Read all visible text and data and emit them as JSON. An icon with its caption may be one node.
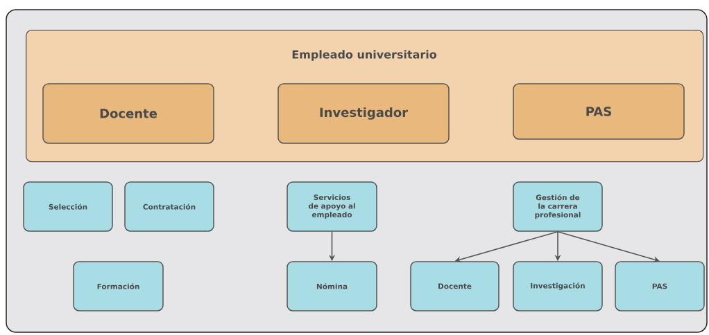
{
  "diagram": {
    "nodes": [
      {
        "text": [
          "Empleado universitario"
        ]
      },
      {
        "text": [
          "Docente"
        ],
        "in": 0
      },
      {
        "text": [
          "Investigador"
        ],
        "in": 0
      },
      {
        "text": [
          "PAS"
        ],
        "in": 0
      },
      {
        "text": [
          "Selección"
        ]
      },
      {
        "text": [
          "Contratación"
        ]
      },
      {
        "text": [
          "Servicios de apoyo al empleado"
        ]
      },
      {
        "text": [
          "Gestión de la carrera profesional"
        ]
      },
      {
        "text": [
          "Formación"
        ]
      },
      {
        "text": [
          "Nómina"
        ]
      },
      {
        "text": [
          "Docente"
        ]
      },
      {
        "text": [
          "Investigación"
        ]
      },
      {
        "text": [
          "PAS"
        ]
      }
    ],
    "edges": [
      {
        "from": 6,
        "to": 9,
        "arrow": "to"
      },
      {
        "from": 7,
        "to": 10,
        "arrow": "to"
      },
      {
        "from": 7,
        "to": 11,
        "arrow": "to"
      },
      {
        "from": 7,
        "to": 12,
        "arrow": "to"
      }
    ]
  }
}
